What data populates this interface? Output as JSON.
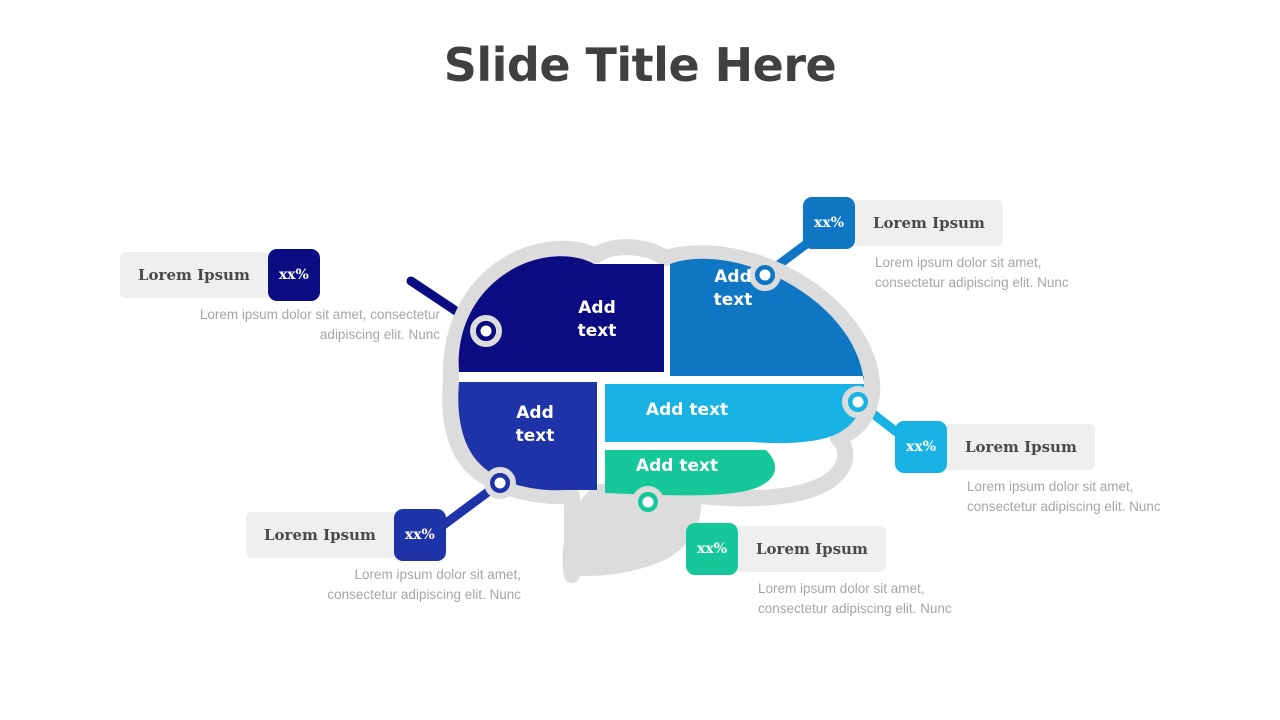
{
  "title": "Slide Title Here",
  "colors": {
    "navy": "#0C0C82",
    "royal": "#1F33A8",
    "blue": "#0F76C3",
    "cyan": "#18B2E4",
    "teal": "#16C79A",
    "outline": "#DCDCDC",
    "stem": "#DCDCDC",
    "pill_bg": "#EFEFEF",
    "title_color": "#404040",
    "desc_color": "#A6A6A6"
  },
  "brain": {
    "segments": [
      {
        "id": "segment-top-left",
        "label": "Add\ntext",
        "color": "#0C0C82"
      },
      {
        "id": "segment-top-right",
        "label": "Add\ntext",
        "color": "#0F76C3"
      },
      {
        "id": "segment-bottom-left",
        "label": "Add\ntext",
        "color": "#1F33A8"
      },
      {
        "id": "segment-middle-right",
        "label": "Add text",
        "color": "#18B2E4"
      },
      {
        "id": "segment-bottom-right",
        "label": "Add text",
        "color": "#16C79A"
      }
    ]
  },
  "callouts": [
    {
      "id": "callout-1",
      "position": "left",
      "badge": "xx%",
      "badge_color": "#0C0C82",
      "heading": "Lorem Ipsum",
      "description": "Lorem ipsum dolor sit amet, consectetur\nadipiscing elit. Nunc"
    },
    {
      "id": "callout-2",
      "position": "left",
      "badge": "xx%",
      "badge_color": "#1F33A8",
      "heading": "Lorem Ipsum",
      "description": "Lorem ipsum dolor sit amet,\nconsectetur adipiscing elit. Nunc"
    },
    {
      "id": "callout-3",
      "position": "right",
      "badge": "xx%",
      "badge_color": "#0F76C3",
      "heading": "Lorem Ipsum",
      "description": "Lorem ipsum dolor sit amet,\nconsectetur adipiscing elit. Nunc"
    },
    {
      "id": "callout-4",
      "position": "right",
      "badge": "xx%",
      "badge_color": "#18B2E4",
      "heading": "Lorem Ipsum",
      "description": "Lorem ipsum dolor sit amet,\nconsectetur adipiscing elit. Nunc"
    },
    {
      "id": "callout-5",
      "position": "right",
      "badge": "xx%",
      "badge_color": "#16C79A",
      "heading": "Lorem Ipsum",
      "description": "Lorem ipsum dolor sit amet,\nconsectetur adipiscing elit. Nunc"
    }
  ]
}
